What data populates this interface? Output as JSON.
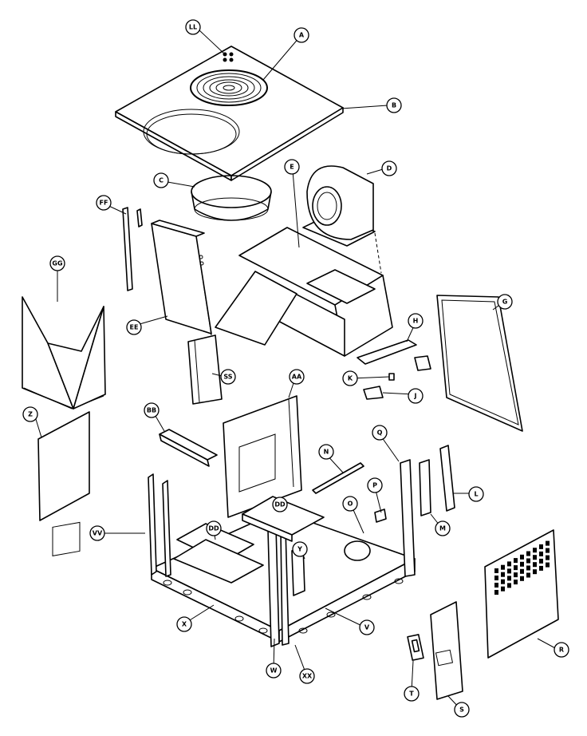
{
  "labels": {
    "LL": "LL",
    "A": "A",
    "B": "B",
    "C": "C",
    "D": "D",
    "E": "E",
    "FF": "FF",
    "GG": "GG",
    "EE": "EE",
    "SS": "SS",
    "G": "G",
    "H": "H",
    "K": "K",
    "J": "J",
    "AA": "AA",
    "BB": "BB",
    "Z": "Z",
    "N": "N",
    "Q": "Q",
    "P": "P",
    "O": "O",
    "L": "L",
    "M": "M",
    "DD1": "DD",
    "DD2": "DD",
    "Y": "Y",
    "VV": "VV",
    "X": "X",
    "V": "V",
    "W": "W",
    "XX": "XX",
    "R": "R",
    "T": "T",
    "S": "S"
  }
}
